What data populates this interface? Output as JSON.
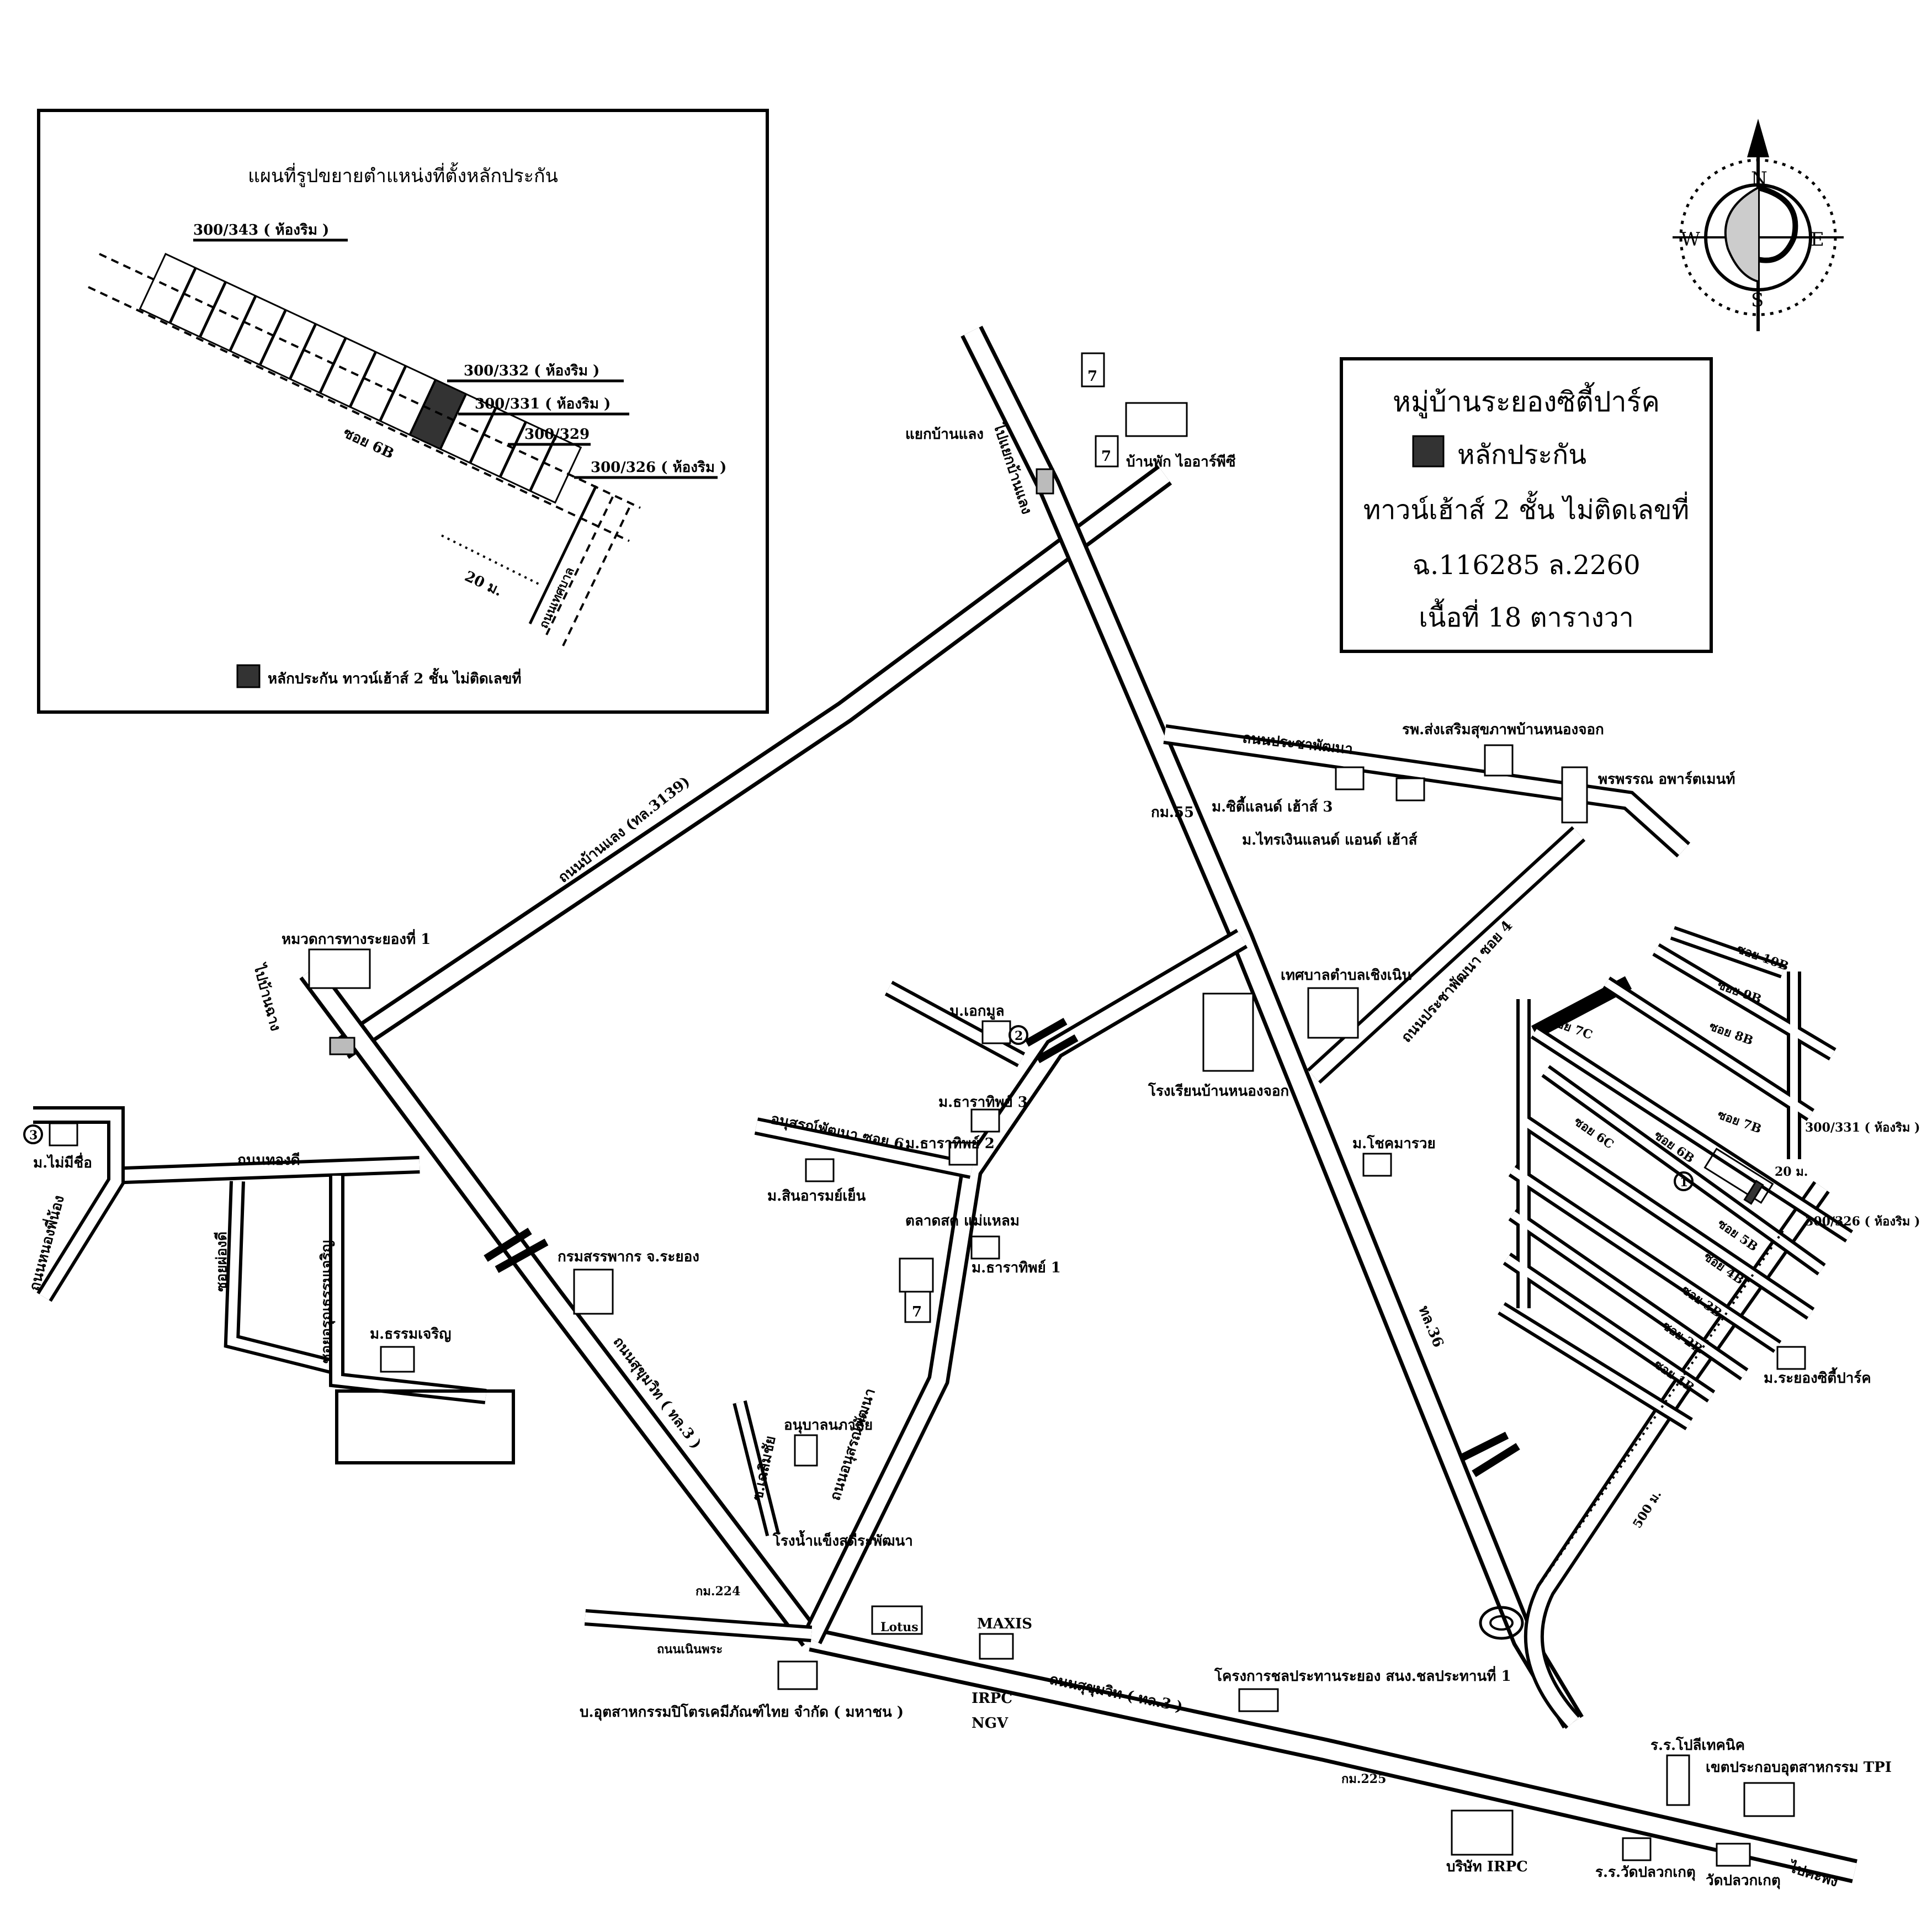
{
  "legend": {
    "title": "หมู่บ้านระยองซิตี้ปาร์ค",
    "collateral_label": "หลักประกัน",
    "line1": "ทาวน์เฮ้าส์ 2 ชั้น ไม่ติดเลขที่",
    "line2": "ฉ.116285 ล.2260",
    "line3": "เนื้อที่ 18 ตารางวา"
  },
  "compass": {
    "n": "N",
    "s": "S",
    "e": "E",
    "w": "W"
  },
  "inset": {
    "title": "แผนที่รูปขยายตำแหน่งที่ตั้งหลักประกัน",
    "unit_343": "300/343 ( ห้องริม )",
    "unit_332": "300/332 ( ห้องริม )",
    "unit_331": "300/331 ( ห้องริม )",
    "unit_329": "300/329",
    "unit_326": "300/326 ( ห้องริม )",
    "soi": "ซอย 6B",
    "distance": "20 ม.",
    "road": "ถนนเทศบาล",
    "legend": "หลักประกัน ทาวน์เฮ้าส์ 2 ชั้น ไม่ติดเลขที่"
  },
  "labels": {
    "to_ban_laeng": "ไปแยกบ้านแลง",
    "junction_ban_laeng": "แยกบ้านแลง",
    "irpc_house": "บ้านพัก ไออาร์พีซี",
    "road_ban_laeng": "ถนนบ้านแลง (ทล.3139)",
    "rayong_district": "หมวดการทางระยองที่ 1",
    "to_ban_chang": "ไปบ้านฉาง",
    "prachapattana": "ถนนประชาพัฒนา",
    "nong_jok_hospital": "รพ.ส่งเสริมสุขภาพบ้านหนองจอก",
    "phonphan_apt": "พรพรรณ อพาร์ตเมนท์",
    "km55": "กม.55",
    "city_land3": "ม.ซิตี้แลนด์ เฮ้าส์ 3",
    "trinity_land": "ม.ไทรเงินแลนด์ แอนด์ เฮ้าส์",
    "soi4": "ถนนประชาพัฒนา ซอย 4",
    "municipality": "เทศบาลตำบลเชิงเนิน",
    "school_nong_jok": "โรงเรียนบ้านหนองจอก",
    "ekkamool": "ม.เอกมูล",
    "tharathip3": "ม.ธาราทิพย์ 3",
    "tharathip2": "ม.ธาราทิพย์ 2",
    "tharathip1": "ม.ธาราทิพย์ 1",
    "anusorn_soi6": "อนุสรณ์พัฒนา ซอย 6",
    "sin_arom": "ม.สินอารมย์เย็น",
    "market": "ตลาดสด แม่แหลม",
    "chokmaruay": "ม.โชคมารวย",
    "thl36": "ทล.36",
    "mai_mee_chue": "ม.ไม่มีชื่อ",
    "thongdee": "ถนนทองดี",
    "nong_phi_nong": "ถนนหนองพี่น้อง",
    "soi_pongdi": "ซอยผ่องดี",
    "soi_charoen": "ซอยอรุณธรรมเจริญ",
    "revenue_dept": "กรมสรรพากร จ.ระยอง",
    "thammacharoen": "ม.ธรรมเจริญ",
    "sukhumvit3a": "ถนนสุขุมวิท ( ทล.3 )",
    "sukhumvit3b": "ถนนสุขุมวิท ( ทล.3 )",
    "anusorn_road": "ถนนอนุสรณ์พัฒนา",
    "soi_salung": "ซ.เฉลิมชัย",
    "kindergarten": "อนุบาลนภาลัย",
    "ice_factory": "โรงน้ำแข็งสุดีระพัฒนา",
    "km224": "กม.224",
    "lotus": "Lotus",
    "maxis": "MAXIS",
    "nern_phra": "ถนนเนินพระ",
    "petrochem": "บ.อุตสาหกรรมปิโตรเคมีภัณฑ์ไทย จำกัด ( มหาชน )",
    "irpc": "IRPC",
    "ngv": "NGV",
    "waterworks": "โครงการชลประทานระยอง สนง.ชลประทานที่ 1",
    "km225": "กม.225",
    "irpc_company": "บริษัท IRPC",
    "polytechnic": "ร.ร.โปลีเทคนิค",
    "tpi_estate": "เขตประกอบอุตสาหกรรม TPI",
    "wat_school": "ร.ร.วัดปลวกเกตุ",
    "wat": "วัดปลวกเกตุ",
    "to_kaphong": "ไปคะพง",
    "soi10b": "ซอย 10B",
    "soi9b": "ซอย 9B",
    "soi8b": "ซอย 8B",
    "soi7c": "ซอย 7C",
    "soi7b": "ซอย 7B",
    "soi6c": "ซอย 6C",
    "soi6b": "ซอย 6B",
    "soi5b": "ซอย 5B",
    "soi4b": "ซอย 4B",
    "soi3b": "ซอย 3B",
    "soi2b": "ซอย 2B",
    "soi1b": "ซอย 1B",
    "unit331": "300/331 ( ห้องริม )",
    "unit326": "300/326 ( ห้องริม )",
    "d20": "20 ม.",
    "d500": "500 ม.",
    "rayong_city_park": "ม.ระยองซิตี้ปาร์ค",
    "seven": "7",
    "m1": "1",
    "m2": "2",
    "m3": "3"
  },
  "colors": {
    "line": "#000000",
    "background": "#ffffff",
    "collateral": "#333333"
  }
}
